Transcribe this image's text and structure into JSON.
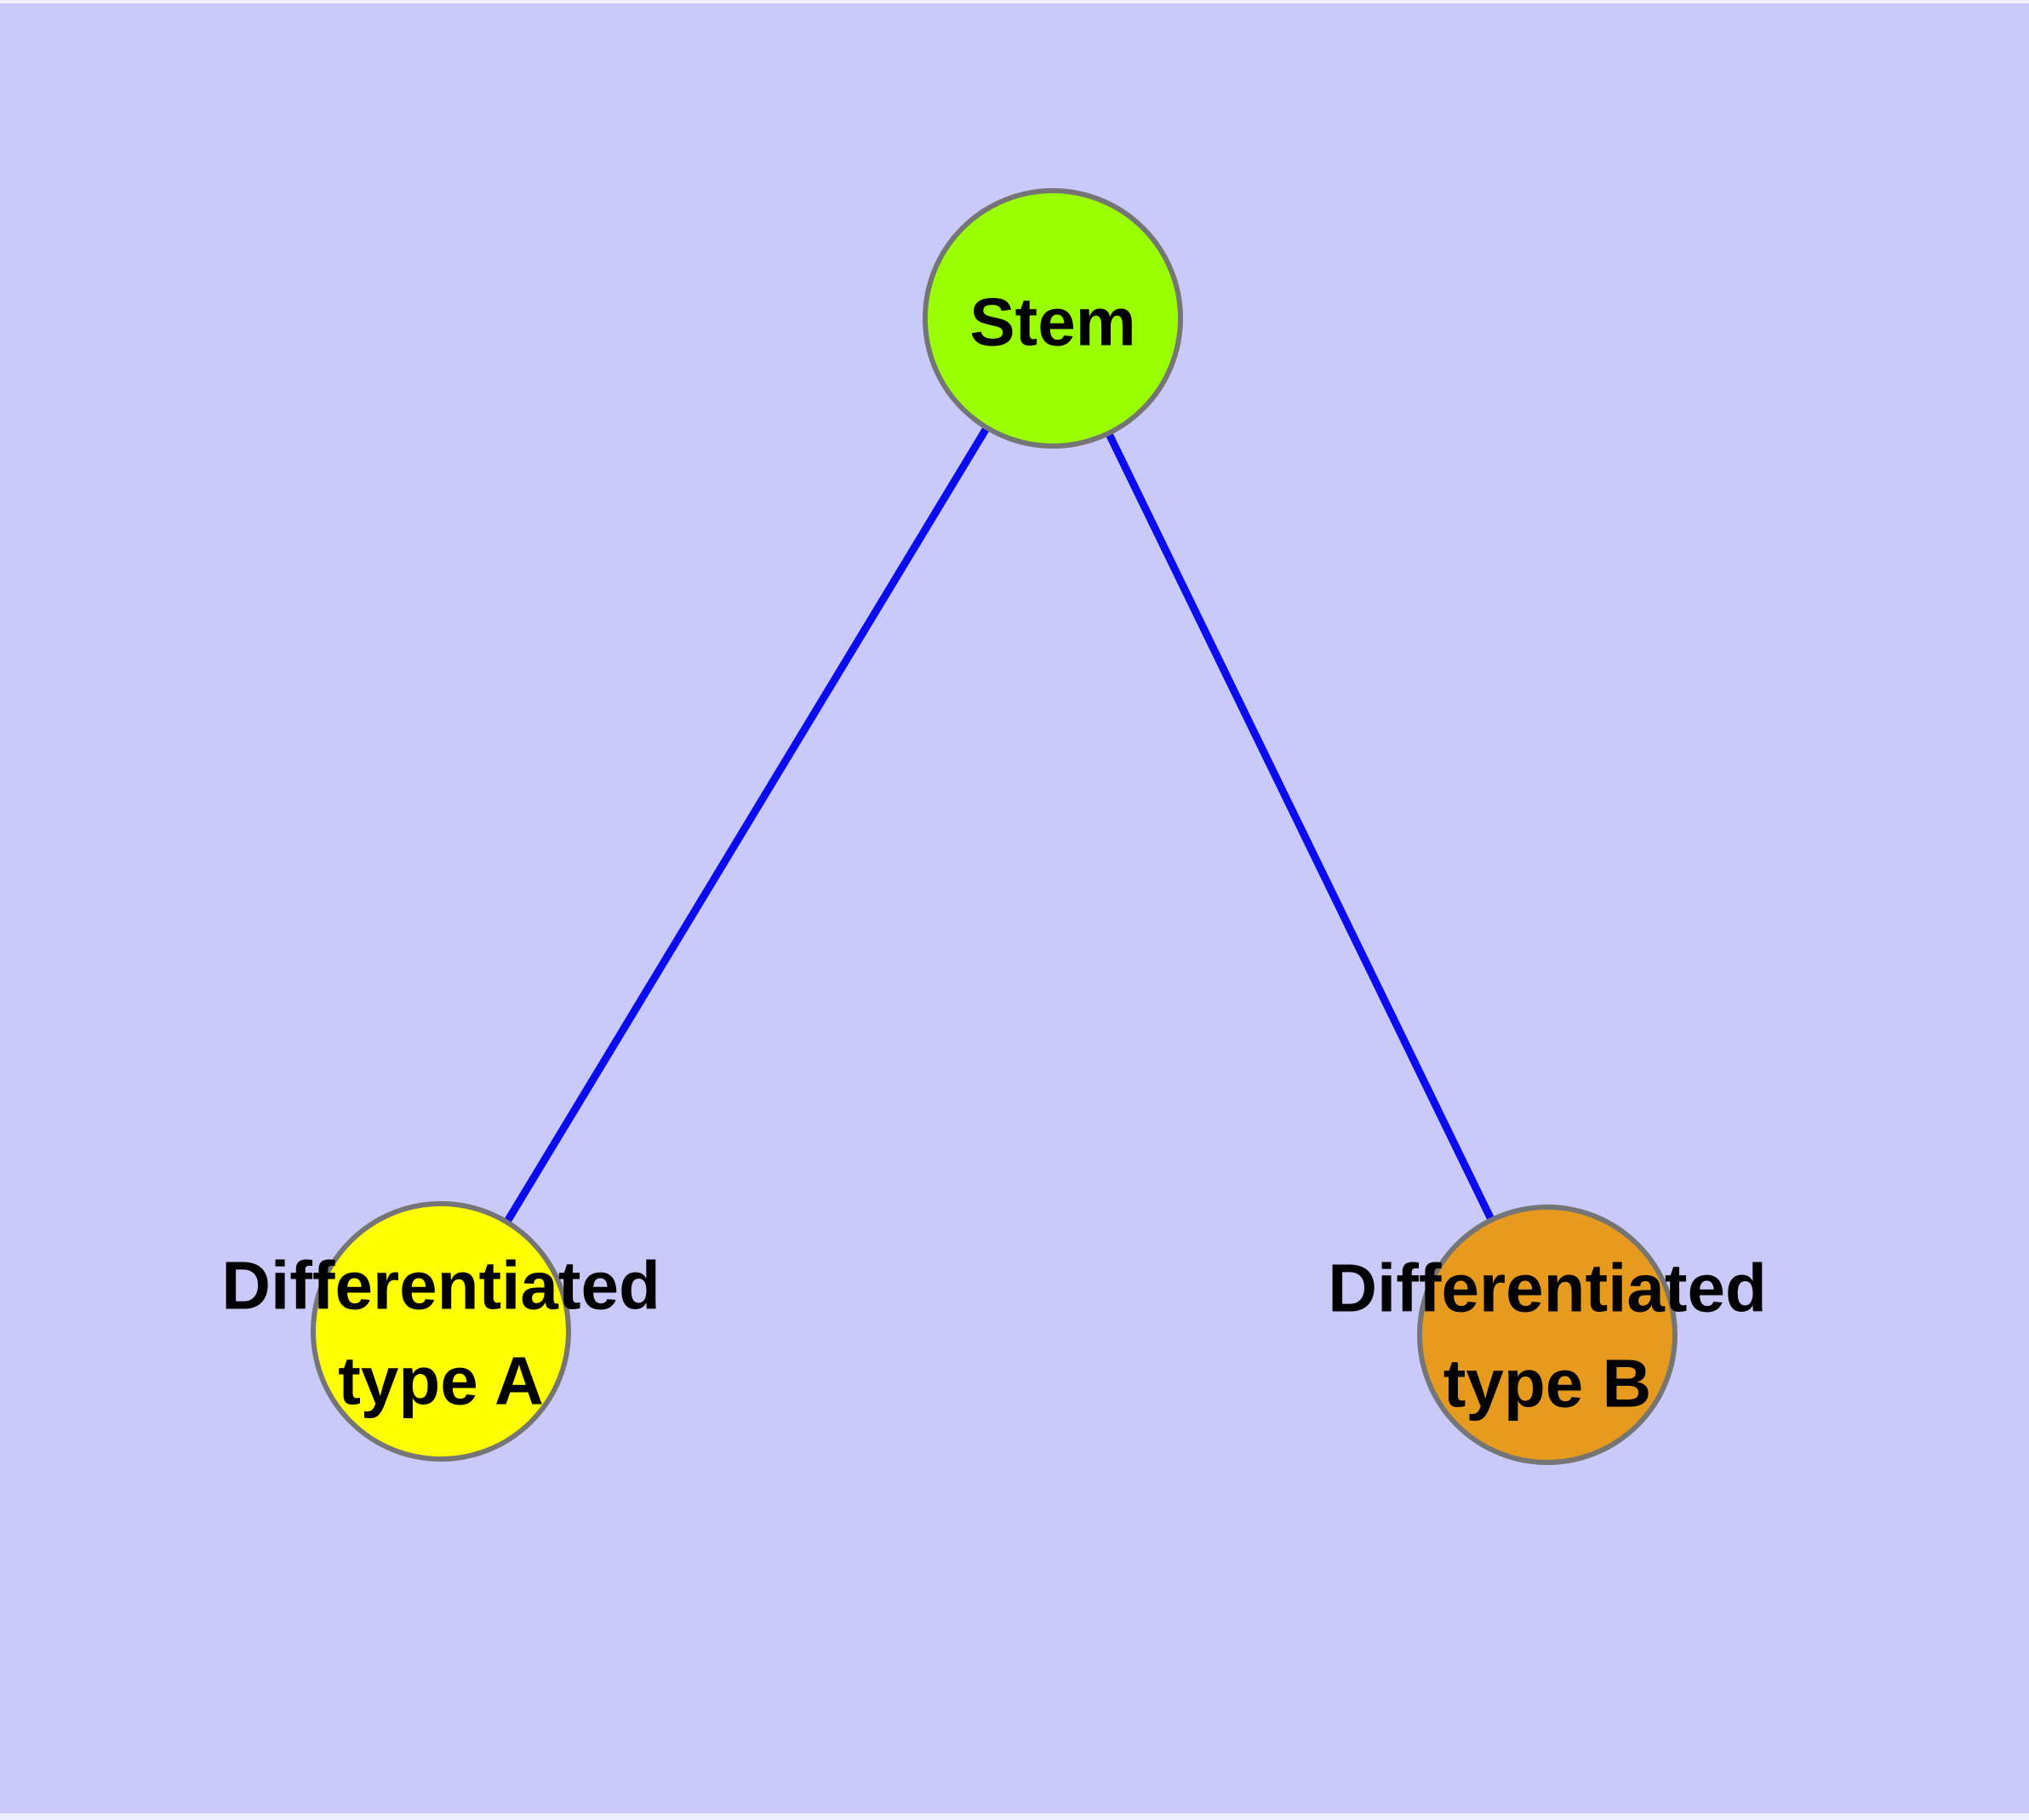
{
  "diagram": {
    "type": "graph",
    "background_color": "#cacafa",
    "page_edge_color": "#eeeefc",
    "edge_color": "#0b0bf0",
    "node_border_color": "#757575",
    "text_color": "#000000",
    "nodes": [
      {
        "id": "stem",
        "label": "Stem",
        "label_line1": "Stem",
        "label_line2": "",
        "color": "#9aff00"
      },
      {
        "id": "type_a",
        "label": "Differentiated type A",
        "label_line1": "Differentiated",
        "label_line2": "type A",
        "color": "#ffff00"
      },
      {
        "id": "type_b",
        "label": "Differentiated type B",
        "label_line1": "Differentiated",
        "label_line2": "type B",
        "color": "#e69a1e"
      }
    ],
    "edges": [
      {
        "from": "Stem",
        "to": "Differentiated type A"
      },
      {
        "from": "Stem",
        "to": "Differentiated type B"
      }
    ]
  }
}
